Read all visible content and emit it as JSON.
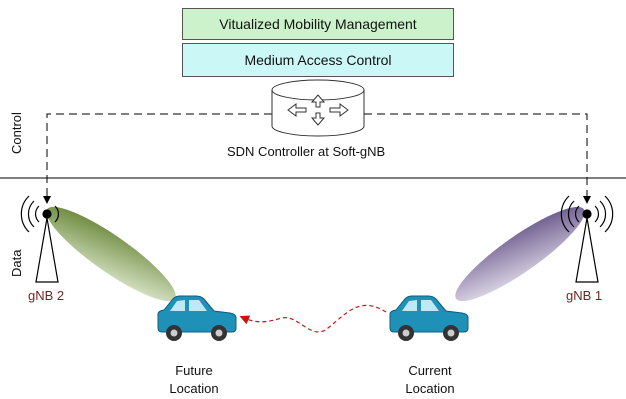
{
  "layers": {
    "mobility": {
      "label": "Vitualized Mobility Management",
      "color": "#ccf2cc"
    },
    "mac": {
      "label": "Medium Access Control",
      "color": "#ccf7f7"
    }
  },
  "controller": {
    "label": "SDN Controller at Soft-gNB"
  },
  "planes": {
    "control": "Control",
    "data": "Data"
  },
  "stations": [
    {
      "label": "gNB 2",
      "beam_color": "#6f8f35"
    },
    {
      "label": "gNB 1",
      "beam_color": "#6d5a8c"
    }
  ],
  "cars": [
    {
      "label_line1": "Future",
      "label_line2": "Location",
      "color": "#1f90b8"
    },
    {
      "label_line1": "Current",
      "label_line2": "Location",
      "color": "#1f90b8"
    }
  ],
  "colors": {
    "gnb_label": "#7a1f1f",
    "path": "#cc1111"
  }
}
